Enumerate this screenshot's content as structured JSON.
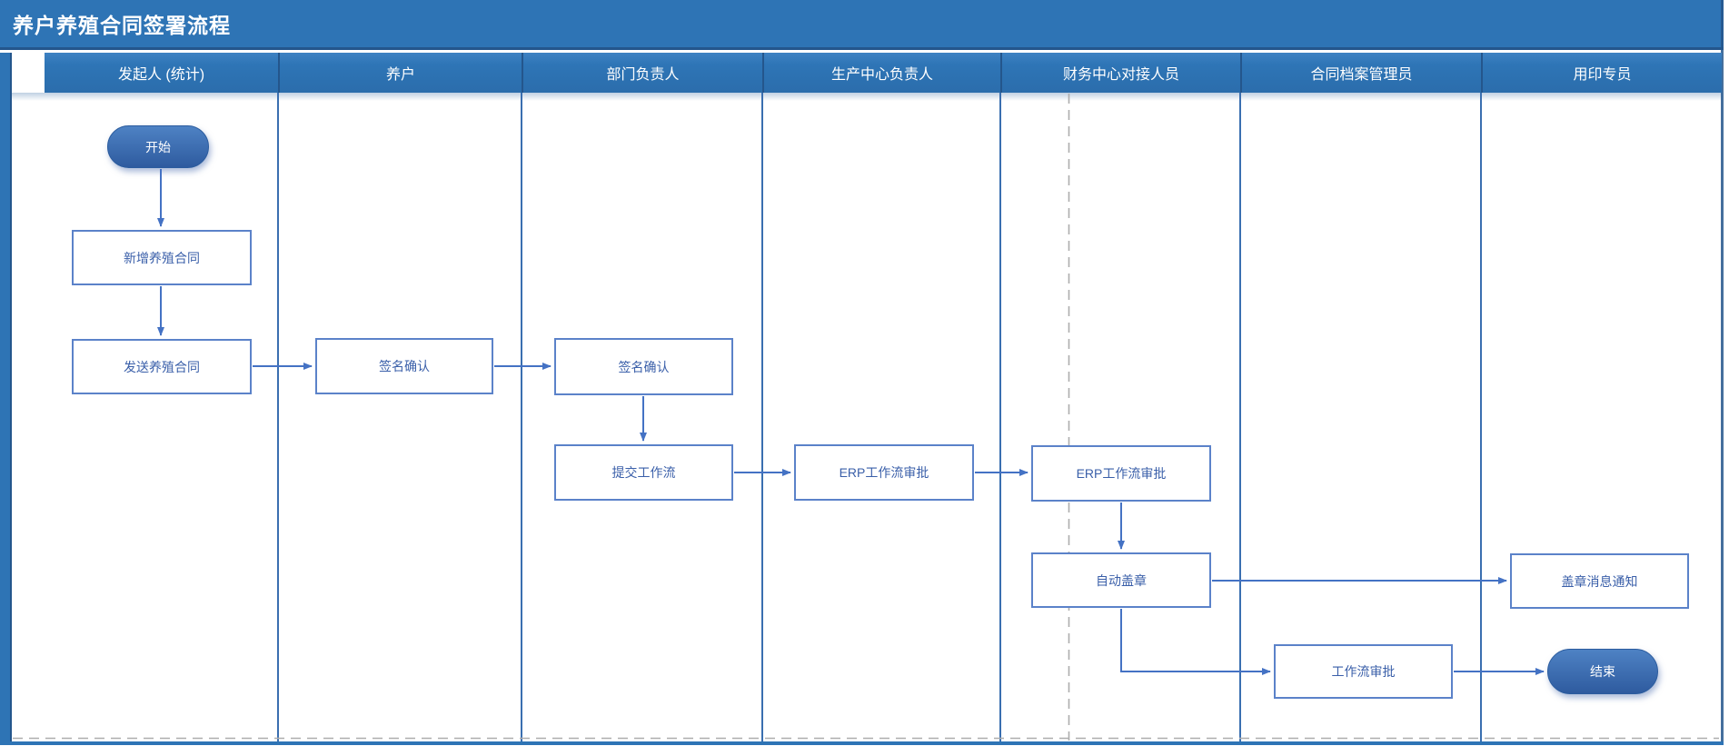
{
  "title": "养户养殖合同签署流程",
  "swimlanes": [
    "发起人 (统计)",
    "养户",
    "部门负责人",
    "生产中心负责人",
    "财务中心对接人员",
    "合同档案管理员",
    "用印专员"
  ],
  "nodes": {
    "start": "开始",
    "add_contract": "新增养殖合同",
    "send_contract": "发送养殖合同",
    "farmer_sign": "签名确认",
    "dept_sign": "签名确认",
    "submit_workflow": "提交工作流",
    "erp_approval_production": "ERP工作流审批",
    "erp_approval_finance": "ERP工作流审批",
    "auto_stamp": "自动盖章",
    "stamp_notice": "盖章消息通知",
    "workflow_approval": "工作流审批",
    "end": "结束"
  },
  "connections": [
    {
      "from": "start",
      "to": "add_contract"
    },
    {
      "from": "add_contract",
      "to": "send_contract"
    },
    {
      "from": "send_contract",
      "to": "farmer_sign"
    },
    {
      "from": "farmer_sign",
      "to": "dept_sign"
    },
    {
      "from": "dept_sign",
      "to": "submit_workflow"
    },
    {
      "from": "submit_workflow",
      "to": "erp_approval_production"
    },
    {
      "from": "erp_approval_production",
      "to": "erp_approval_finance"
    },
    {
      "from": "erp_approval_finance",
      "to": "auto_stamp"
    },
    {
      "from": "auto_stamp",
      "to": "stamp_notice"
    },
    {
      "from": "auto_stamp",
      "to": "workflow_approval"
    },
    {
      "from": "workflow_approval",
      "to": "end"
    }
  ],
  "colors": {
    "title_bar": "#2E74B5",
    "lane_header": "#2E75B6",
    "grid_line": "#24568C",
    "lane_divider": "#3A6FB0",
    "shape_border": "#5B82C9",
    "shape_text": "#3A5FA9",
    "connector": "#4472C4",
    "terminal_top": "#4E82C4",
    "terminal_bottom": "#2E5B9F",
    "terminal_border": "#2B5C9E",
    "page_break": "#ADADAD"
  }
}
